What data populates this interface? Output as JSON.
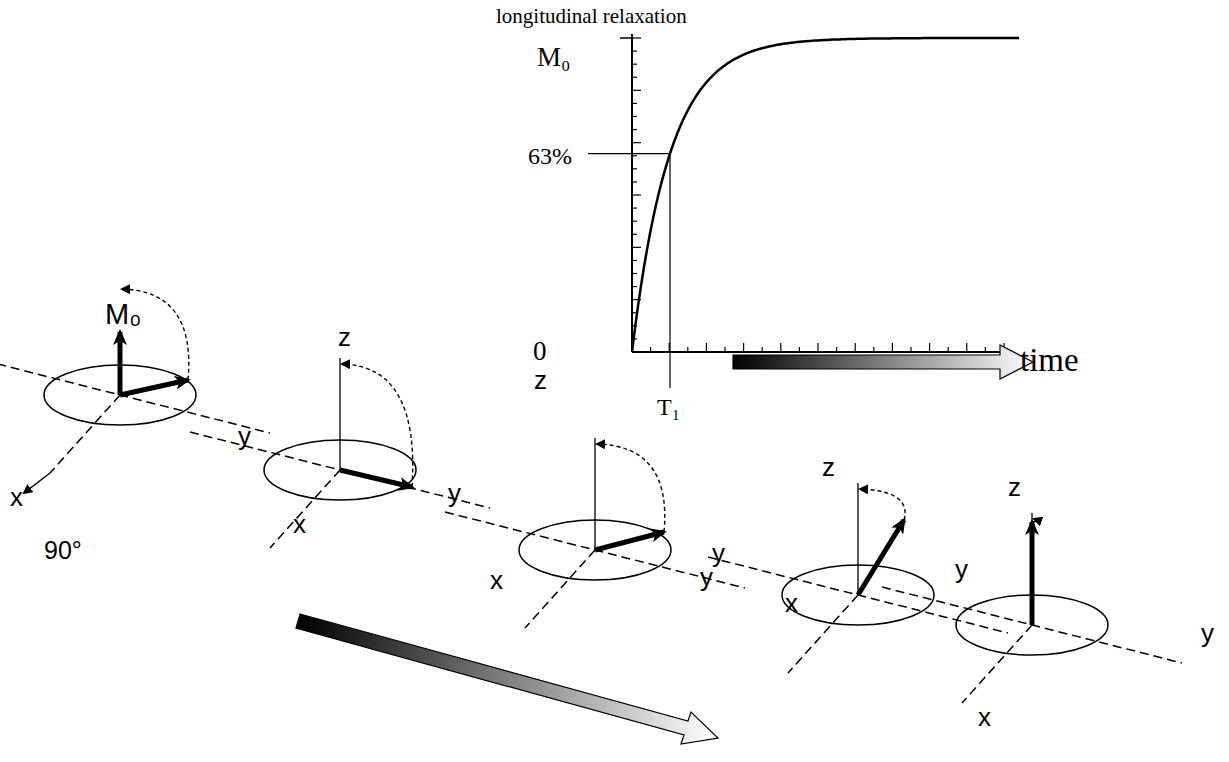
{
  "diagram": {
    "labels": [
      "longitudinal relaxation",
      "M₀",
      "63%",
      "0",
      "T₁",
      "time",
      "M₀",
      "90°",
      "x",
      "y",
      "z",
      "x",
      "y",
      "z",
      "x",
      "y",
      "z",
      "y",
      "x",
      "z",
      "y",
      "x",
      "y"
    ]
  }
}
